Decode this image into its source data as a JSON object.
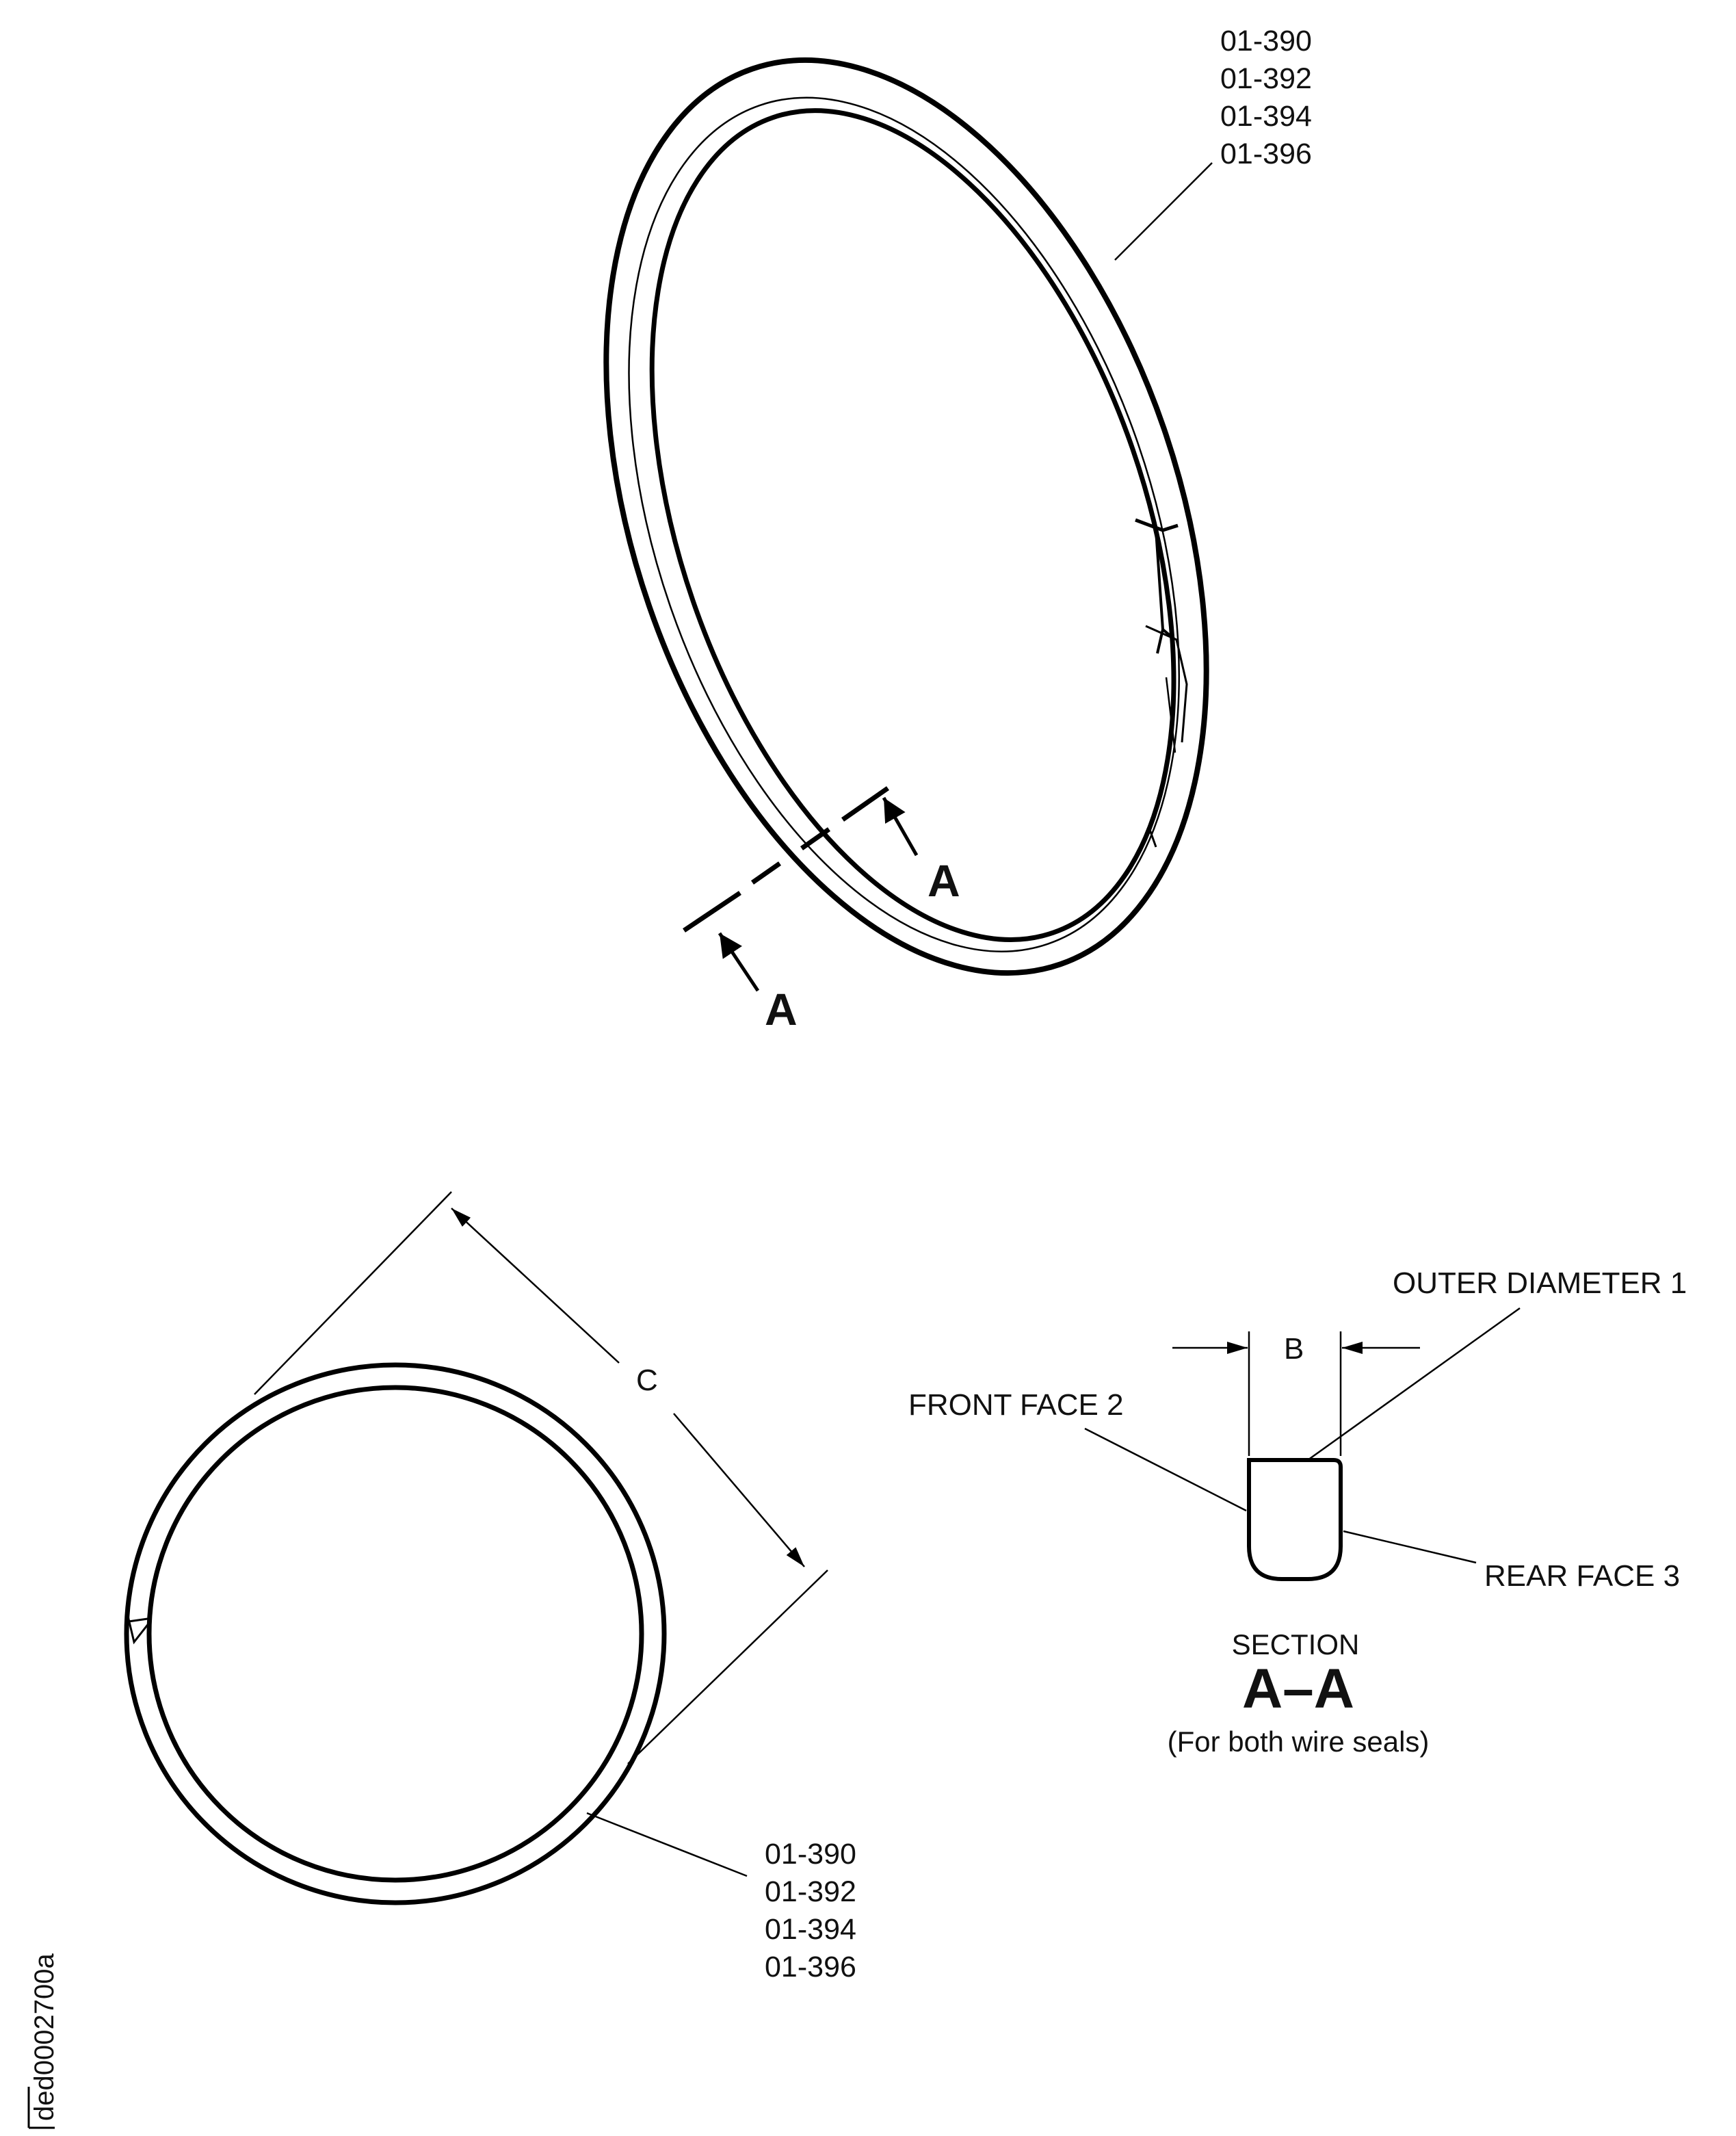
{
  "top_view": {
    "part_numbers": [
      "01-390",
      "01-392",
      "01-394",
      "01-396"
    ],
    "section_marker": "A"
  },
  "bottom_view": {
    "dimension_label": "C",
    "part_numbers": [
      "01-390",
      "01-392",
      "01-394",
      "01-396"
    ]
  },
  "section_view": {
    "dimension_label": "B",
    "callouts": {
      "outer_diameter": "OUTER DIAMETER 1",
      "front_face": "FRONT FACE 2",
      "rear_face": "REAR FACE 3"
    },
    "caption": {
      "word": "SECTION",
      "name": "A–A",
      "note": "(For both wire seals)"
    }
  },
  "figure_id": "ded0002700a"
}
